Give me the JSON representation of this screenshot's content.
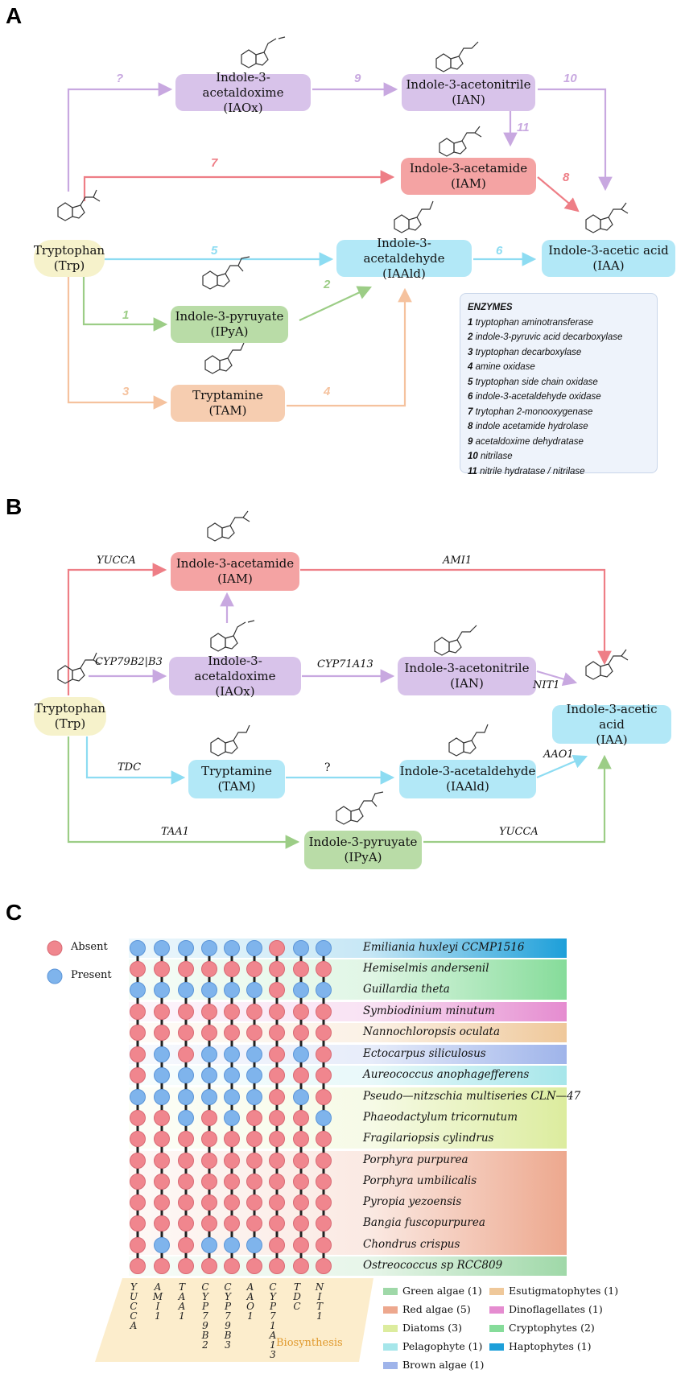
{
  "panels": {
    "a": "A",
    "b": "B",
    "c": "C"
  },
  "panel_a": {
    "nodes": {
      "iaox": [
        "Indole-3-acetaldoxime",
        "(IAOx)"
      ],
      "ian": [
        "Indole-3-acetonitrile",
        "(IAN)"
      ],
      "iam": [
        "Indole-3-acetamide",
        "(IAM)"
      ],
      "trp": [
        "Tryptophan",
        "(Trp)"
      ],
      "iaald": [
        "Indole-3-acetaldehyde",
        "(IAAld)"
      ],
      "iaa": [
        "Indole-3-acetic acid",
        "(IAA)"
      ],
      "ipya": [
        "Indole-3-pyruyate",
        "(IPyA)"
      ],
      "tam": [
        "Tryptamine",
        "(TAM)"
      ]
    },
    "edge_labels": {
      "q": "?",
      "e9": "9",
      "e10": "10",
      "e11": "11",
      "e7": "7",
      "e8": "8",
      "e5": "5",
      "e6": "6",
      "e1": "1",
      "e2": "2",
      "e3": "3",
      "e4": "4"
    },
    "enzymes": {
      "title": "ENZYMES",
      "items": [
        {
          "n": "1",
          "name": "tryptophan aminotransferase"
        },
        {
          "n": "2",
          "name": "indole-3-pyruvic acid decarboxylase"
        },
        {
          "n": "3",
          "name": "tryptophan decarboxylase"
        },
        {
          "n": "4",
          "name": "amine oxidase"
        },
        {
          "n": "5",
          "name": "tryptophan side chain oxidase"
        },
        {
          "n": "6",
          "name": "indole-3-acetaldehyde oxidase"
        },
        {
          "n": "7",
          "name": "trytophan 2-monooxygenase"
        },
        {
          "n": "8",
          "name": "indole acetamide hydrolase"
        },
        {
          "n": "9",
          "name": "acetaldoxime dehydratase"
        },
        {
          "n": "10",
          "name": "nitrilase"
        },
        {
          "n": "11",
          "name": "nitrile hydratase / nitrilase"
        }
      ]
    }
  },
  "panel_b": {
    "nodes": {
      "iam": [
        "Indole-3-acetamide",
        "(IAM)"
      ],
      "iaox": [
        "Indole-3-acetaldoxime",
        "(IAOx)"
      ],
      "ian": [
        "Indole-3-acetonitrile",
        "(IAN)"
      ],
      "trp": [
        "Tryptophan",
        "(Trp)"
      ],
      "iaa": [
        "Indole-3-acetic acid",
        "(IAA)"
      ],
      "tam": [
        "Tryptamine",
        "(TAM)"
      ],
      "iaald": [
        "Indole-3-acetaldehyde",
        "(IAAld)"
      ],
      "ipya": [
        "Indole-3-pyruyate",
        "(IPyA)"
      ]
    },
    "edge_labels": {
      "yucca1": "YUCCA",
      "ami1": "AMI1",
      "cyp79": "CYP79B2|B3",
      "cyp71": "CYP71A13",
      "nit1": "NIT1",
      "tdc": "TDC",
      "q": "?",
      "aao1": "AAO1",
      "taa1": "TAA1",
      "yucca2": "YUCCA"
    }
  },
  "panel_c": {
    "legend_absent": "Absent",
    "legend_present": "Present",
    "absent_color": "#f0868e",
    "present_color": "#7fb4ec",
    "genes": [
      "YUCCA",
      "AMI1",
      "TAA1",
      "CYP79B2",
      "CYP79B3",
      "AAO1",
      "CYP71A13",
      "TDC",
      "NIT1"
    ],
    "biosynthesis": "Biosynthesis",
    "species": [
      {
        "name": "Emiliania huxleyi CCMP1516",
        "presence": [
          1,
          1,
          1,
          1,
          1,
          1,
          0,
          1,
          1
        ]
      },
      {
        "name": "Hemiselmis andersenil",
        "presence": [
          0,
          0,
          0,
          0,
          0,
          0,
          0,
          0,
          0
        ]
      },
      {
        "name": "Guillardia theta",
        "presence": [
          1,
          1,
          1,
          1,
          1,
          1,
          0,
          1,
          1
        ]
      },
      {
        "name": "Symbiodinium minutum",
        "presence": [
          0,
          0,
          0,
          0,
          0,
          0,
          0,
          0,
          0
        ]
      },
      {
        "name": "Nannochloropsis oculata",
        "presence": [
          0,
          0,
          0,
          0,
          0,
          0,
          0,
          0,
          0
        ]
      },
      {
        "name": "Ectocarpus siliculosus",
        "presence": [
          0,
          1,
          0,
          1,
          1,
          1,
          0,
          1,
          0
        ]
      },
      {
        "name": "Aureococcus anophagefferens",
        "presence": [
          0,
          1,
          1,
          1,
          1,
          1,
          0,
          0,
          0
        ]
      },
      {
        "name": "Pseudo—nitzschia multiseries CLN—47",
        "presence": [
          1,
          1,
          1,
          1,
          1,
          1,
          0,
          1,
          0
        ]
      },
      {
        "name": "Phaeodactylum tricornutum",
        "presence": [
          0,
          0,
          1,
          0,
          1,
          0,
          0,
          0,
          1
        ]
      },
      {
        "name": "Fragilariopsis cylindrus",
        "presence": [
          0,
          0,
          0,
          0,
          0,
          0,
          0,
          0,
          0
        ]
      },
      {
        "name": "Porphyra purpurea",
        "presence": [
          0,
          0,
          0,
          0,
          0,
          0,
          0,
          0,
          0
        ]
      },
      {
        "name": "Porphyra umbilicalis",
        "presence": [
          0,
          0,
          0,
          0,
          0,
          0,
          0,
          0,
          0
        ]
      },
      {
        "name": "Pyropia yezoensis",
        "presence": [
          0,
          0,
          0,
          0,
          0,
          0,
          0,
          0,
          0
        ]
      },
      {
        "name": "Bangia fuscopurpurea",
        "presence": [
          0,
          0,
          0,
          0,
          0,
          0,
          0,
          0,
          0
        ]
      },
      {
        "name": "Chondrus crispus",
        "presence": [
          0,
          1,
          0,
          1,
          1,
          1,
          0,
          0,
          0
        ]
      },
      {
        "name": "Ostreococcus sp RCC809",
        "presence": [
          0,
          0,
          0,
          0,
          0,
          0,
          0,
          0,
          0
        ]
      }
    ],
    "groups": [
      {
        "name": "Green algae (1)",
        "color": "#9fd8a8"
      },
      {
        "name": "Red algae (5)",
        "color": "#eda88e"
      },
      {
        "name": "Diatoms (3)",
        "color": "#dcec9e"
      },
      {
        "name": "Pelagophyte (1)",
        "color": "#a6e6ea"
      },
      {
        "name": "Brown algae (1)",
        "color": "#9fb4ea"
      },
      {
        "name": "Esutigmatophytes (1)",
        "color": "#efc89a"
      },
      {
        "name": "Dinoflagellates (1)",
        "color": "#e58cd0"
      },
      {
        "name": "Cryptophytes (2)",
        "color": "#86dc9a"
      },
      {
        "name": "Haptophytes (1)",
        "color": "#1d9fd9"
      }
    ]
  }
}
